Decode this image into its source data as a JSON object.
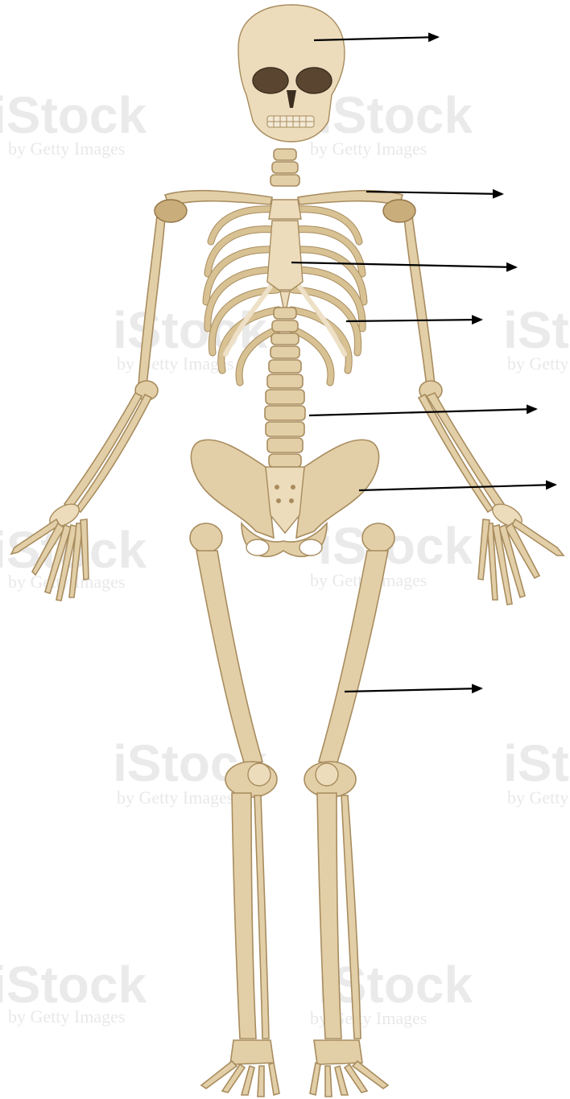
{
  "watermark": {
    "brand": "iStock",
    "byline": "by Getty Images"
  },
  "colors": {
    "bone": "#e2cfa8",
    "bone_outline": "#a88c5e",
    "arrow": "#000000",
    "background": "#ffffff"
  },
  "label_pointers": [
    {
      "target": "skull",
      "label": ""
    },
    {
      "target": "clavicle",
      "label": ""
    },
    {
      "target": "sternum",
      "label": ""
    },
    {
      "target": "ribs",
      "label": ""
    },
    {
      "target": "vertebral-column",
      "label": ""
    },
    {
      "target": "pelvis",
      "label": ""
    },
    {
      "target": "femur",
      "label": ""
    }
  ]
}
